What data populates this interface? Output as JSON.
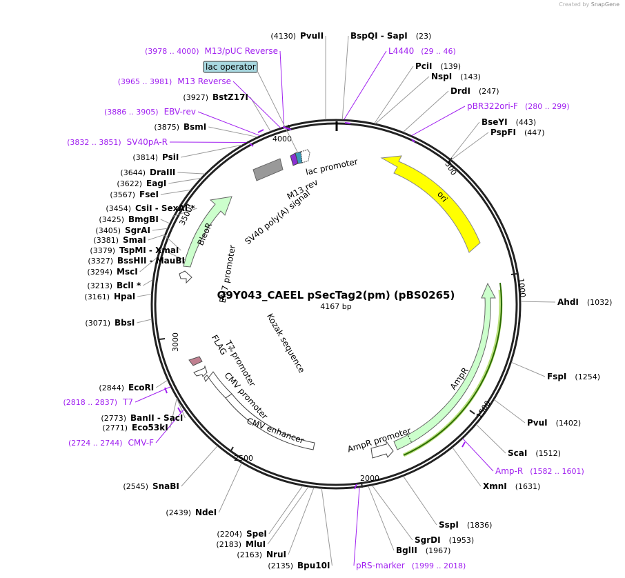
{
  "credit": {
    "prefix": "Created by",
    "brand": "SnapGene"
  },
  "plasmid": {
    "name": "Q9Y043_CAEEL pSecTag2(pm) (pBS0265)",
    "length_label": "4167 bp",
    "length": 4167
  },
  "ticks": [
    "500",
    "1000",
    "1500",
    "2000",
    "2500",
    "3000",
    "3500",
    "4000"
  ],
  "features": {
    "lac_operator": "lac operator",
    "lac_promoter": "lac promoter",
    "m13_rev": "M13 rev",
    "sv40": "SV40 poly(A) signal",
    "ori": "ori",
    "bleor": "BleoR",
    "em7": "EM7 promoter",
    "kozak": "Kozak sequence",
    "t7_promoter": "T7 promoter",
    "flag": "FLAG",
    "cmv_promoter": "CMV promoter",
    "cmv_enhancer": "CMV enhancer",
    "ampr": "AmpR",
    "ampr_promoter": "AmpR promoter"
  },
  "sites_left": [
    {
      "pos": "(4130)",
      "name": "PvuII"
    },
    {
      "pos": "(3927)",
      "name": "BstZ17I"
    },
    {
      "pos": "(3875)",
      "name": "BsmI"
    },
    {
      "pos": "(3814)",
      "name": "PsiI"
    },
    {
      "pos": "(3644)",
      "name": "DraIII"
    },
    {
      "pos": "(3622)",
      "name": "EagI"
    },
    {
      "pos": "(3567)",
      "name": "FseI"
    },
    {
      "pos": "(3454)",
      "name": "CsiI  - SexAI *"
    },
    {
      "pos": "(3425)",
      "name": "BmgBI"
    },
    {
      "pos": "(3405)",
      "name": "SgrAI"
    },
    {
      "pos": "(3381)",
      "name": "SmaI"
    },
    {
      "pos": "(3379)",
      "name": "TspMI  - XmaI"
    },
    {
      "pos": "(3327)",
      "name": "BssHII  - MauBI"
    },
    {
      "pos": "(3294)",
      "name": "MscI"
    },
    {
      "pos": "(3213)",
      "name": "BclI *"
    },
    {
      "pos": "(3161)",
      "name": "HpaI"
    },
    {
      "pos": "(3071)",
      "name": "BbsI"
    },
    {
      "pos": "(2844)",
      "name": "EcoRI"
    },
    {
      "pos": "(2773)",
      "name": "BanII  - SacI"
    },
    {
      "pos": "(2771)",
      "name": "Eco53kI"
    },
    {
      "pos": "(2545)",
      "name": "SnaBI"
    },
    {
      "pos": "(2439)",
      "name": "NdeI"
    },
    {
      "pos": "(2204)",
      "name": "SpeI"
    },
    {
      "pos": "(2183)",
      "name": "MluI"
    },
    {
      "pos": "(2163)",
      "name": "NruI"
    },
    {
      "pos": "(2135)",
      "name": "Bpu10I"
    }
  ],
  "sites_right": [
    {
      "pos": "(23)",
      "name": "BspQI  - SapI"
    },
    {
      "pos": "(139)",
      "name": "PciI"
    },
    {
      "pos": "(143)",
      "name": "NspI"
    },
    {
      "pos": "(247)",
      "name": "DrdI"
    },
    {
      "pos": "(443)",
      "name": "BseYI"
    },
    {
      "pos": "(447)",
      "name": "PspFI"
    },
    {
      "pos": "(1032)",
      "name": "AhdI"
    },
    {
      "pos": "(1254)",
      "name": "FspI"
    },
    {
      "pos": "(1402)",
      "name": "PvuI"
    },
    {
      "pos": "(1512)",
      "name": "ScaI"
    },
    {
      "pos": "(1631)",
      "name": "XmnI"
    },
    {
      "pos": "(1836)",
      "name": "SspI"
    },
    {
      "pos": "(1953)",
      "name": "SgrDI"
    },
    {
      "pos": "(1967)",
      "name": "BglII"
    }
  ],
  "primers": [
    {
      "range": "(3978 .. 4000)",
      "name": "M13/pUC Reverse"
    },
    {
      "range": "(3965 .. 3981)",
      "name": "M13 Reverse"
    },
    {
      "range": "(3886 .. 3905)",
      "name": "EBV-rev"
    },
    {
      "range": "(3832 .. 3851)",
      "name": "SV40pA-R"
    },
    {
      "range": "(2818 .. 2837)",
      "name": "T7"
    },
    {
      "range": "(2724 .. 2744)",
      "name": "CMV-F"
    },
    {
      "range": "(29 .. 46)",
      "name": "L4440"
    },
    {
      "range": "(280 .. 299)",
      "name": "pBR322ori-F"
    },
    {
      "range": "(1582 .. 1601)",
      "name": "Amp-R"
    },
    {
      "range": "(1999 .. 2018)",
      "name": "pRS-marker"
    }
  ],
  "colors": {
    "ori": "#ffff00",
    "resistance": "#ccffcc",
    "promoter": "#ffffff",
    "primer": "#a020f0",
    "terminator": "#999999",
    "operator_box": "#a8d8e0",
    "flag": "#c08090"
  }
}
